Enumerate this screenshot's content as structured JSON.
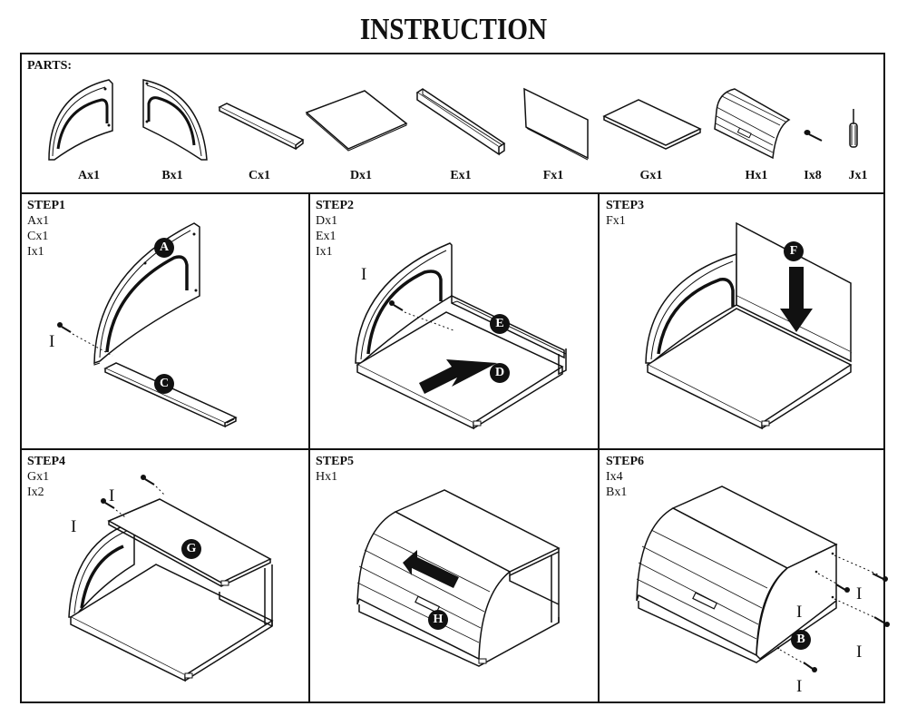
{
  "title": "INSTRUCTION",
  "parts_label": "PARTS:",
  "parts": [
    {
      "id": "A",
      "caption": "Ax1"
    },
    {
      "id": "B",
      "caption": "Bx1"
    },
    {
      "id": "C",
      "caption": "Cx1"
    },
    {
      "id": "D",
      "caption": "Dx1"
    },
    {
      "id": "E",
      "caption": "Ex1"
    },
    {
      "id": "F",
      "caption": "Fx1"
    },
    {
      "id": "G",
      "caption": "Gx1"
    },
    {
      "id": "H",
      "caption": "Hx1"
    },
    {
      "id": "I",
      "caption": "Ix8"
    },
    {
      "id": "J",
      "caption": "Jx1"
    }
  ],
  "steps": [
    {
      "title": "STEP1",
      "items": [
        "Ax1",
        "Cx1",
        "Ix1"
      ],
      "callouts": [
        "A",
        "C"
      ],
      "screw_labels": [
        "I"
      ]
    },
    {
      "title": "STEP2",
      "items": [
        "Dx1",
        "Ex1",
        "Ix1"
      ],
      "callouts": [
        "E",
        "D"
      ],
      "screw_labels": [
        "I"
      ]
    },
    {
      "title": "STEP3",
      "items": [
        "Fx1"
      ],
      "callouts": [
        "F"
      ],
      "screw_labels": []
    },
    {
      "title": "STEP4",
      "items": [
        "Gx1",
        "Ix2"
      ],
      "callouts": [
        "G"
      ],
      "screw_labels": [
        "I",
        "I"
      ]
    },
    {
      "title": "STEP5",
      "items": [
        "Hx1"
      ],
      "callouts": [
        "H"
      ],
      "screw_labels": []
    },
    {
      "title": "STEP6",
      "items": [
        "Ix4",
        "Bx1"
      ],
      "callouts": [
        "B"
      ],
      "screw_labels": [
        "I",
        "I",
        "I",
        "I"
      ]
    }
  ]
}
